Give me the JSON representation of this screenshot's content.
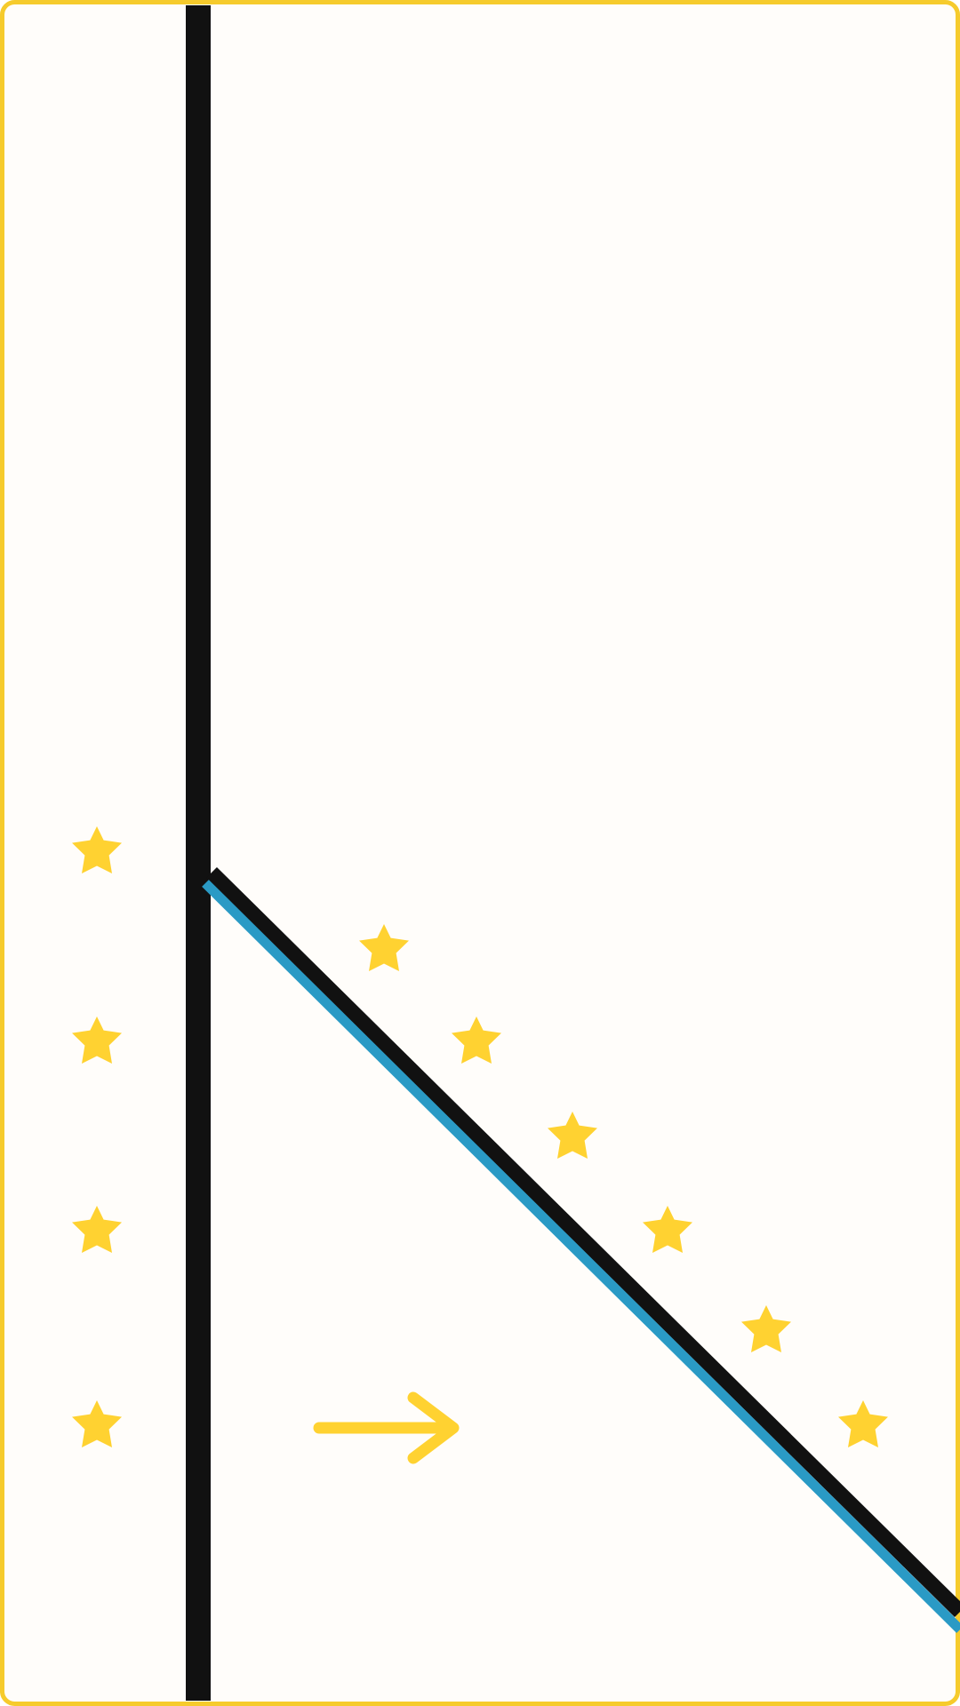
{
  "game": {
    "colors": {
      "background": "#FFFDFA",
      "frame": "#F6CB2C",
      "vertical_line": "#111111",
      "diagonal_line_top": "#111111",
      "diagonal_line_bottom": "#2A9AC5",
      "stars": "#FFD231",
      "arrow": "#FFD231"
    },
    "icons": {
      "star": "star-icon",
      "arrow": "right-arrow-icon"
    },
    "left_star_column": {
      "count": 4
    },
    "diagonal_star_trail": {
      "count": 6
    },
    "direction_hint": "right"
  }
}
